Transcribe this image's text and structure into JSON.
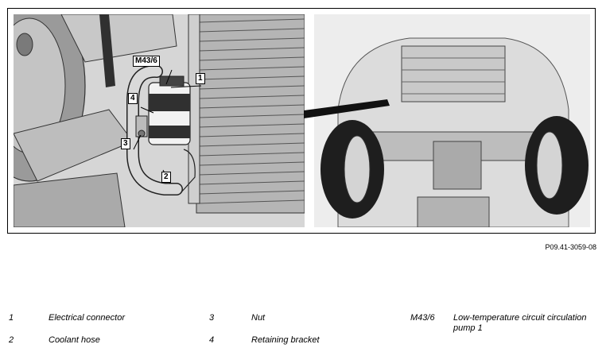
{
  "callouts": {
    "m43_6": "M43/6",
    "c1": "1",
    "c2": "2",
    "c3": "3",
    "c4": "4"
  },
  "figure_id": "P09.41-3059-08",
  "legend": [
    {
      "code": "1",
      "text": "Electrical connector"
    },
    {
      "code": "3",
      "text": "Nut"
    },
    {
      "code": "M43/6",
      "text": "Low-temperature circuit circulation pump 1"
    },
    {
      "code": "2",
      "text": "Coolant hose"
    },
    {
      "code": "4",
      "text": "Retaining bracket"
    }
  ]
}
